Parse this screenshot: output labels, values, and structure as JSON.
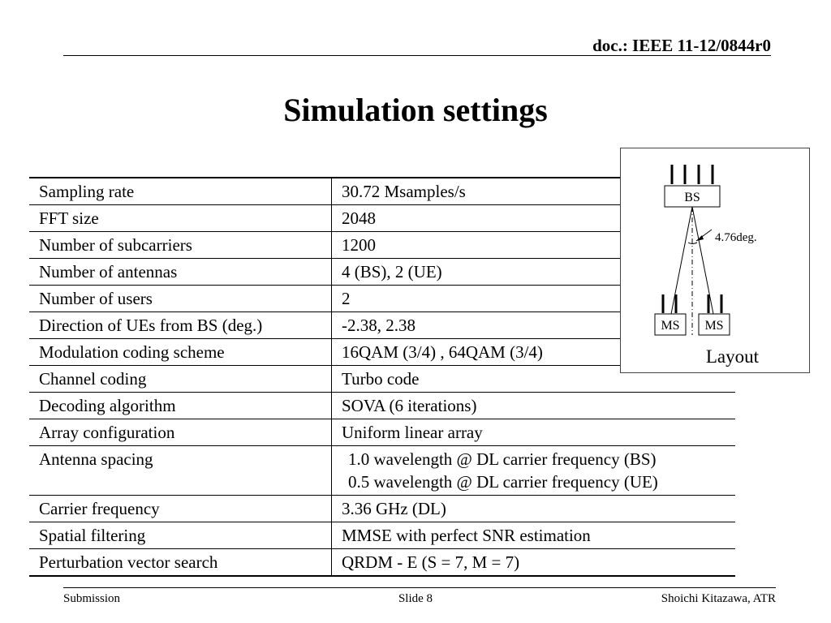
{
  "header": {
    "doc_id": "doc.: IEEE 11-12/0844r0"
  },
  "title": "Simulation settings",
  "table": {
    "rows": [
      {
        "param": "Sampling rate",
        "value": [
          "30.72 Msamples/s"
        ]
      },
      {
        "param": "FFT size",
        "value": [
          "2048"
        ]
      },
      {
        "param": "Number of subcarriers",
        "value": [
          "1200"
        ]
      },
      {
        "param": "Number of antennas",
        "value": [
          "4 (BS), 2 (UE)"
        ]
      },
      {
        "param": "Number of users",
        "value": [
          "2"
        ]
      },
      {
        "param": "Direction of UEs from BS (deg.)",
        "value": [
          "-2.38,  2.38"
        ]
      },
      {
        "param": "Modulation coding scheme",
        "value": [
          "16QAM (3/4) , 64QAM (3/4)"
        ]
      },
      {
        "param": "Channel coding",
        "value": [
          "Turbo code"
        ]
      },
      {
        "param": "Decoding algorithm",
        "value": [
          "SOVA (6 iterations)"
        ]
      },
      {
        "param": "Array configuration",
        "value": [
          "Uniform linear array"
        ]
      },
      {
        "param": "Antenna spacing",
        "value": [
          "1.0 wavelength @ DL carrier frequency (BS)",
          "0.5 wavelength @ DL carrier frequency (UE)"
        ]
      },
      {
        "param": "Carrier frequency",
        "value": [
          "3.36 GHz (DL)"
        ]
      },
      {
        "param": "Spatial filtering",
        "value": [
          "MMSE with perfect SNR estimation"
        ]
      },
      {
        "param": "Perturbation vector search",
        "value": [
          "QRDM - E (S = 7, M = 7)"
        ]
      }
    ]
  },
  "layout_figure": {
    "bs_label": "BS",
    "angle_label": "4.76deg.",
    "ms_labels": [
      "MS",
      "MS"
    ],
    "caption": "Layout"
  },
  "footer": {
    "left": "Submission",
    "center": "Slide 8",
    "right": "Shoichi Kitazawa, ATR"
  }
}
